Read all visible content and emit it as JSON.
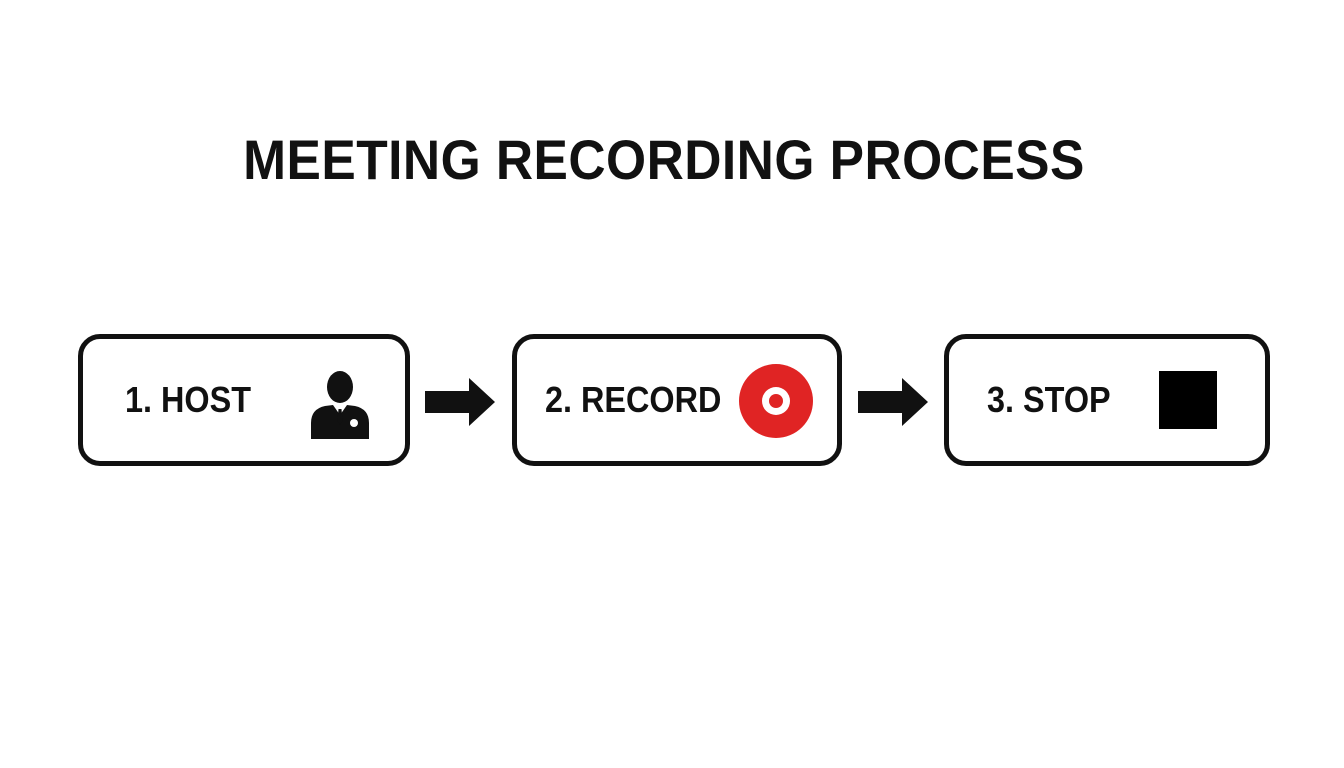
{
  "diagram": {
    "title": "MEETING RECORDING PROCESS",
    "steps": [
      {
        "label": "1. HOST",
        "icon": "host-person-icon"
      },
      {
        "label": "2. RECORD",
        "icon": "record-icon"
      },
      {
        "label": "3. STOP",
        "icon": "stop-icon"
      }
    ],
    "connectors": [
      "arrow-right-icon",
      "arrow-right-icon"
    ],
    "colors": {
      "stroke": "#111111",
      "record_red": "#e02424",
      "background": "#ffffff"
    }
  }
}
